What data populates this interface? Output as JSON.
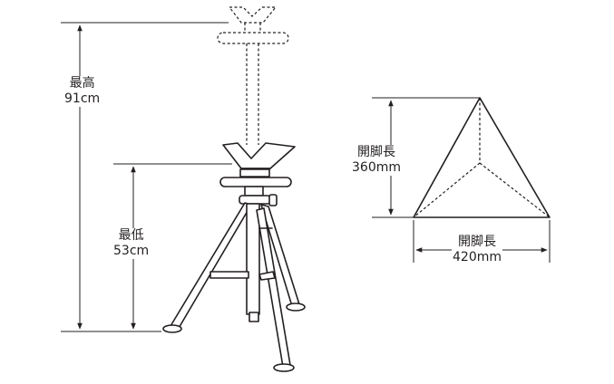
{
  "stand_dimensions": {
    "max_height": {
      "label": "最高",
      "value": "91cm"
    },
    "min_height": {
      "label": "最低",
      "value": "53cm"
    }
  },
  "leg_spread": {
    "depth": {
      "label": "開脚長",
      "value": "360mm"
    },
    "width": {
      "label": "開脚長",
      "value": "420mm"
    }
  }
}
